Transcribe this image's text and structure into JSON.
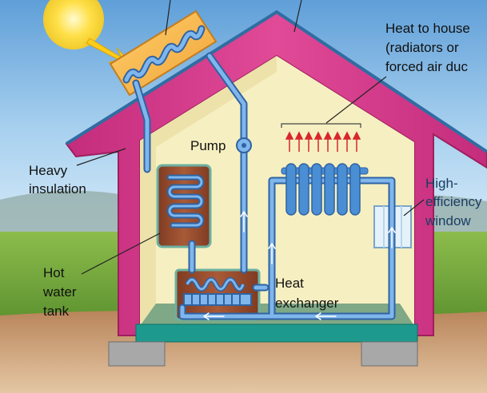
{
  "labels": {
    "heat_to_house_line1": "Heat to house",
    "heat_to_house_line2": "(radiators or",
    "heat_to_house_line3": "forced air duc",
    "insulation_line1": "Heavy",
    "insulation_line2": "insulation",
    "pump": "Pump",
    "window_line1": "High-",
    "window_line2": "efficiency",
    "window_line3": "window",
    "tank_line1": "Hot",
    "tank_line2": "water",
    "tank_line3": "tank",
    "exchanger_line1": "Heat",
    "exchanger_line2": "exchanger"
  },
  "colors": {
    "wall": "#d63a8a",
    "interior": "#f6efc1",
    "pipe": "#4a8ed4",
    "pipe_outline": "#2f63a3",
    "roof_edge": "#2f6da2",
    "sky": "#8fc1e6",
    "grass": "#79ad3f",
    "ground": "#c99a6a",
    "tank": "#9d4e2e",
    "heat_arrow": "#d8262a",
    "sun": "#ffd31c"
  }
}
